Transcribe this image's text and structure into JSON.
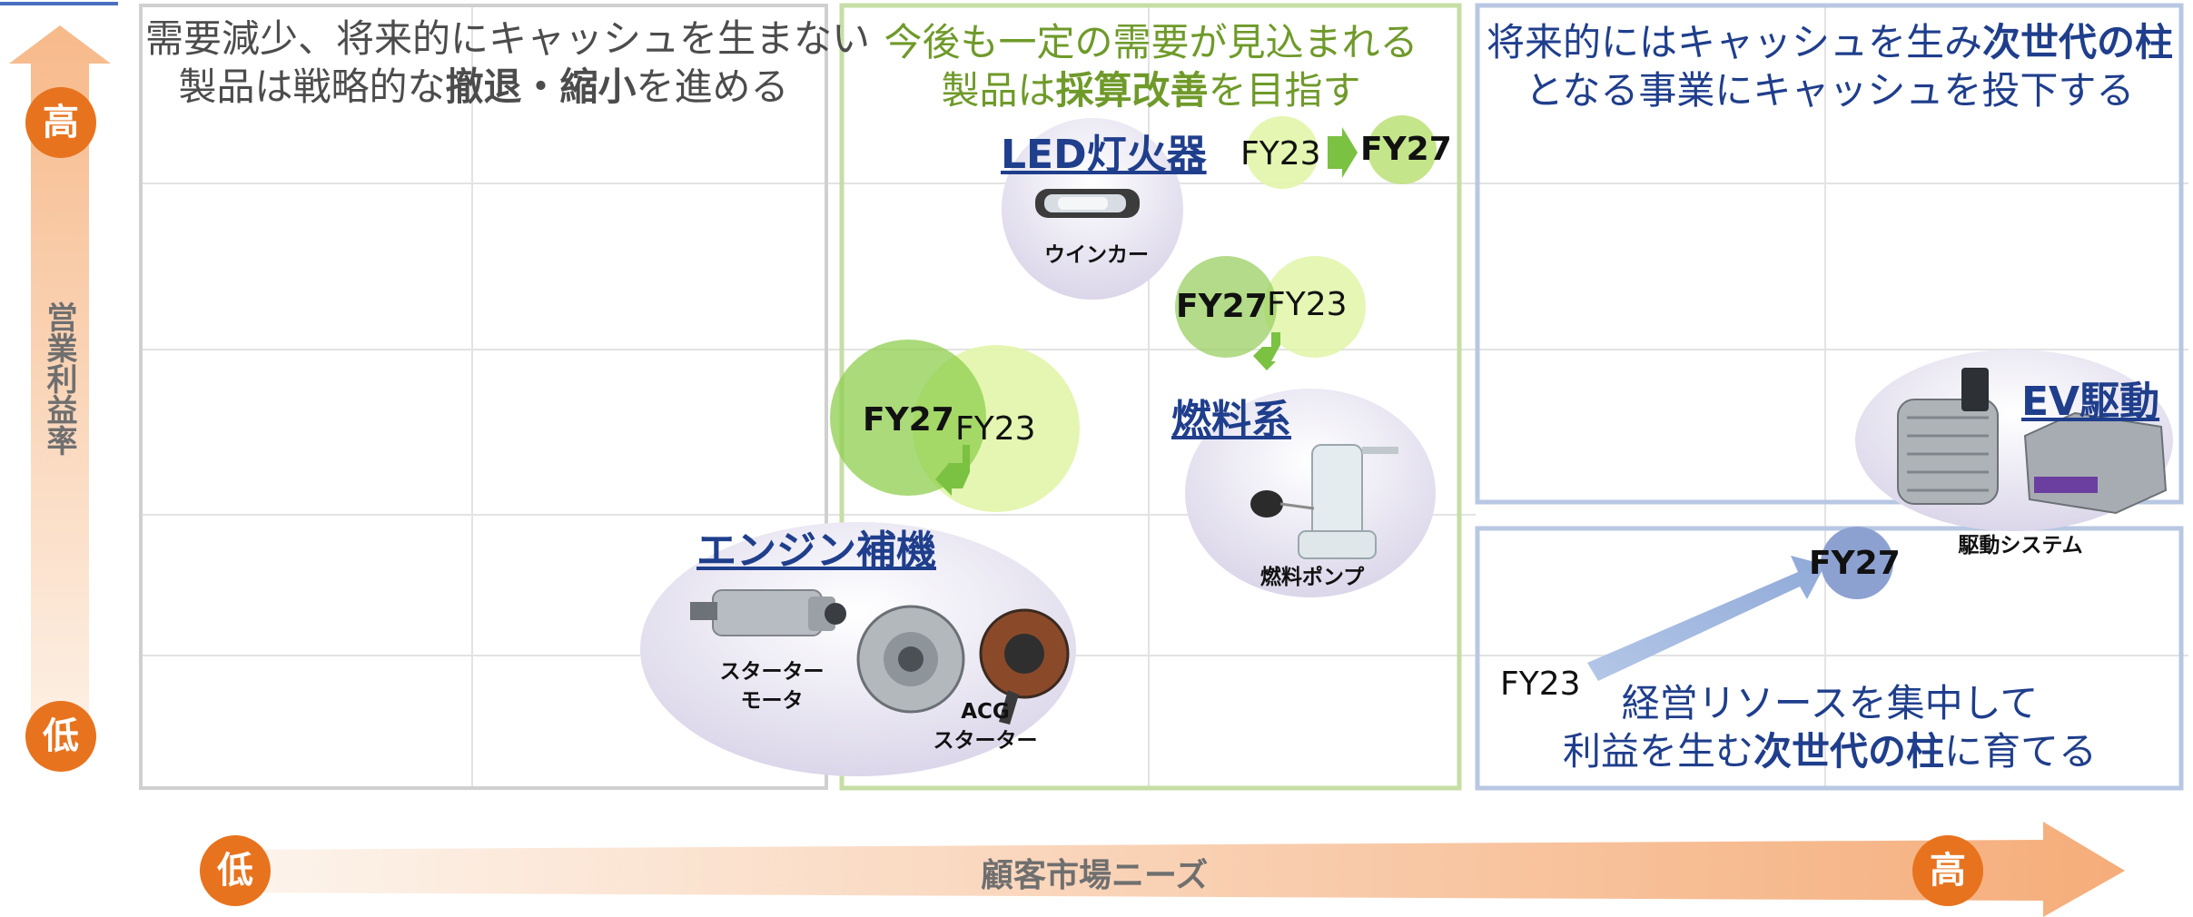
{
  "axes": {
    "y_label": "営業利益率",
    "x_label": "顧客市場ニーズ",
    "high": "高",
    "low": "低"
  },
  "zones": {
    "left": {
      "line1": "需要減少、将来的にキャッシュを生まない",
      "line2_pre": "製品は戦略的な",
      "line2_b1": "撤退",
      "line2_mid": "・",
      "line2_b2": "縮小",
      "line2_post": "を進める"
    },
    "middle": {
      "line1": "今後も一定の需要が見込まれる",
      "line2_pre": "製品は",
      "line2_b": "採算改善",
      "line2_post": "を目指す"
    },
    "right_top": {
      "line1_pre": "将来的にはキャッシュを生み",
      "line1_b": "次世代の柱",
      "line2": "となる事業にキャッシュを投下する"
    },
    "right_bottom": {
      "line1": "経営リソースを集中して",
      "line2_pre": "利益を生む",
      "line2_b": "次世代の柱",
      "line2_post": "に育てる"
    }
  },
  "products": {
    "led": {
      "title": "LED灯火器",
      "item": "ウインカー",
      "fy_from": "FY23",
      "fy_to": "FY27"
    },
    "fuel": {
      "title": "燃料系",
      "item": "燃料ポンプ",
      "fy_from": "FY23",
      "fy_to": "FY27"
    },
    "engine": {
      "title": "エンジン補機",
      "item1_l1": "スターター",
      "item1_l2": "モータ",
      "item2_l1": "ACG",
      "item2_l2": "スターター",
      "fy_from": "FY23",
      "fy_to": "FY27"
    },
    "ev": {
      "title": "EV駆動",
      "item": "駆動システム",
      "fy_from": "FY23",
      "fy_to": "FY27"
    }
  },
  "colors": {
    "accent_orange": "#e8731e",
    "title_blue": "#1f3e8c",
    "zone_green_text": "#6f9a2a",
    "zone_blue_text": "#1f3e8c",
    "bubble_green_light": "#d9f28f",
    "bubble_green_dark": "#8fcd4f",
    "bubble_blue": "#7c93c8"
  }
}
